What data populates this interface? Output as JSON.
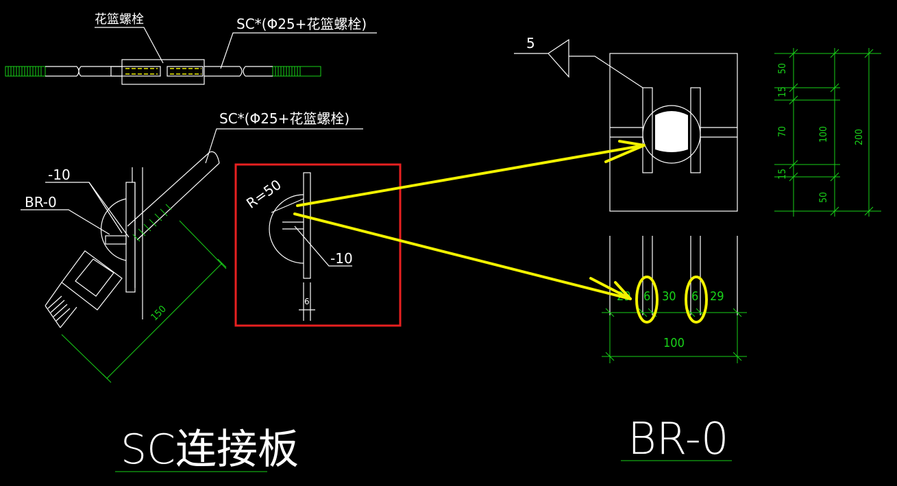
{
  "labels": {
    "turnbuckle": "花篮螺栓",
    "sc_turnbuckle_top": "SC*(Φ25+花篮螺栓)",
    "sc_turnbuckle_mid": "SC*(Φ25+花篮螺栓)",
    "plate_thk_left": "-10",
    "br0_left": "BR-0",
    "dim_150": "150",
    "radius": "R=50",
    "plate_thk_box": "-10",
    "dim_6_box": "6",
    "weld_size": "5",
    "title_sc": "SC连接板",
    "title_br0": "BR-0"
  },
  "vertical_dims": {
    "inner": [
      "50",
      "15",
      "70",
      "15",
      "50"
    ],
    "mid": "100",
    "outer": "200"
  },
  "horizontal_dims": {
    "chain": [
      "29",
      "6",
      "30",
      "6",
      "29"
    ],
    "total": "100"
  },
  "colors": {
    "background": "#000000",
    "line": "#ffffff",
    "dimension": "#19d219",
    "annotation": "#f2f200",
    "highlight_box": "#e82020"
  }
}
